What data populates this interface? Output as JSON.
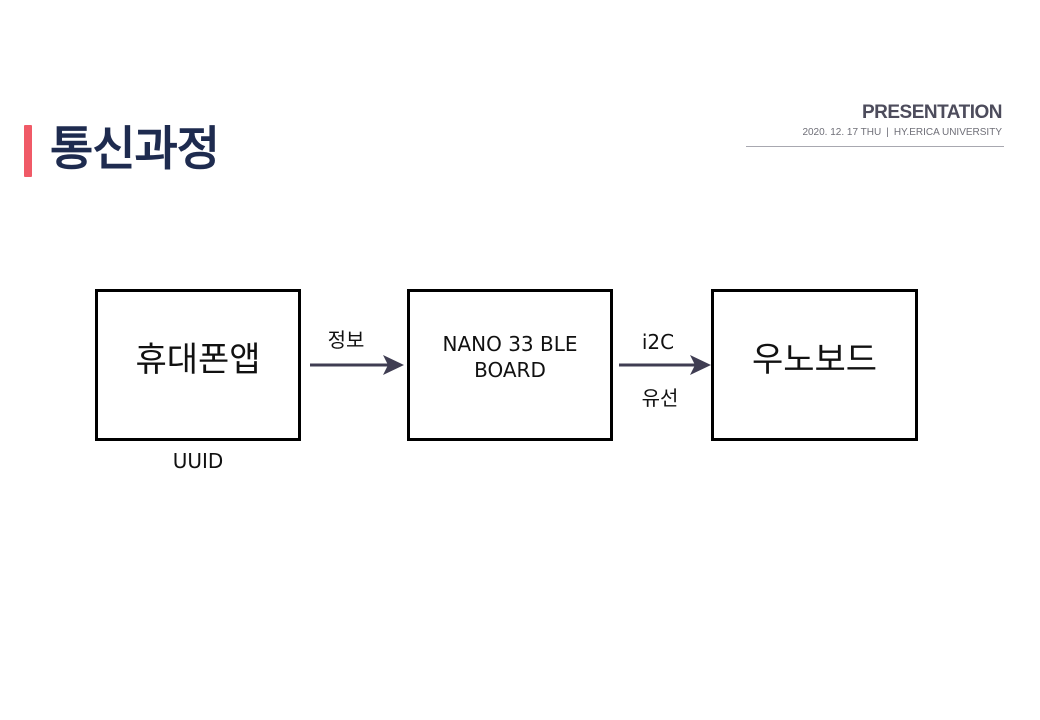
{
  "header": {
    "title": "통신과정",
    "presentation_label": "PRESENTATION",
    "date_text": "2020. 12. 17 THU",
    "separator": "|",
    "institution": "HY.ERICA UNIVERSITY"
  },
  "diagram": {
    "nodes": [
      {
        "id": "phone",
        "label": "휴대폰앱",
        "caption": "UUID"
      },
      {
        "id": "nano",
        "label": "NANO 33 BLE\nBOARD"
      },
      {
        "id": "uno",
        "label": "우노보드"
      }
    ],
    "edges": [
      {
        "from": "phone",
        "to": "nano",
        "label_top": "정보"
      },
      {
        "from": "nano",
        "to": "uno",
        "label_top": "i2C",
        "label_bottom": "유선"
      }
    ]
  },
  "colors": {
    "accent": "#f05a67",
    "title": "#1e2b4f",
    "arrow": "#3f3d52",
    "box_border": "#000000"
  },
  "icons": {
    "arrow_1": "arrow-right-icon",
    "arrow_2": "arrow-right-icon"
  }
}
